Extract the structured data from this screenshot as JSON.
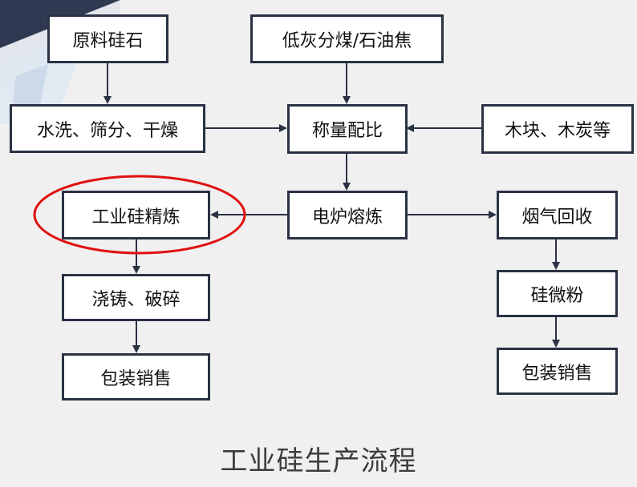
{
  "nodes": {
    "raw_silica": "原料硅石",
    "low_ash_coal": "低灰分煤/石油焦",
    "wash_screen_dry": "水洗、筛分、干燥",
    "weigh_batch": "称量配比",
    "wood": "木块、木炭等",
    "refining": "工业硅精炼",
    "furnace_smelting": "电炉熔炼",
    "flue_gas_recovery": "烟气回收",
    "casting_crushing": "浇铸、破碎",
    "silica_fume": "硅微粉",
    "packaging_left": "包装销售",
    "packaging_right": "包装销售"
  },
  "caption": "工业硅生产流程",
  "colors": {
    "background": "#f0f0f0",
    "box_border": "#2b3245",
    "arrow": "#2b3245",
    "highlight_ellipse": "#e01010",
    "decor_dark": "#2f3a52"
  }
}
